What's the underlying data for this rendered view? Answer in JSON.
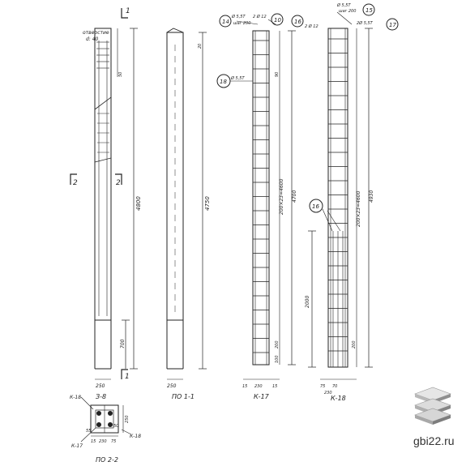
{
  "labels": {
    "hole_note_1": "отверстие",
    "hole_note_2": "d: 40",
    "dim_4800": "4800",
    "dim_4750": "4750",
    "dim_700": "700",
    "dim_250_a": "250",
    "dim_250_b": "250",
    "dim_20": "20",
    "dim_50": "50",
    "dim_4700": "4700",
    "dim_4930": "4930",
    "dim_2000": "2000",
    "dim_k17_series": "200×23=4600",
    "dim_k18_series": "200×23=4600",
    "dim_90": "90",
    "dim_100": "100",
    "dim_200_a": "200",
    "dim_200_b": "200",
    "dim_15_a": "15",
    "dim_15_b": "15",
    "dim_230": "230",
    "dim_75": "75",
    "dim_70": "70",
    "dim_230_b": "230",
    "section_1_top": "1",
    "section_1_bottom": "1",
    "section_2_left": "2",
    "section_2_right": "2",
    "bubble_14": "14",
    "bubble_10": "10",
    "bubble_15": "15",
    "bubble_16_top": "16",
    "bubble_16_mid": "16",
    "bubble_17": "17",
    "bubble_18": "18",
    "bar_55t": "Ø 5,5T",
    "bar_12": "2 Ø 12",
    "bar_12_b": "2 Ø 12",
    "bar_55t_b": "Ø 5,5T",
    "bar_55t_c": "2Ø 5,5T",
    "step_200": "шаг 200",
    "step_200_b": "шаг 200",
    "bar_55t_d": "Ø 5,5T",
    "cap_k17": "К-17",
    "cap_k18": "К-18",
    "cap_po11": "ПО 1-1",
    "cap_po22": "ПО 2-2",
    "cap_38": "З-8",
    "cap_k18_sec": "К-18",
    "cap_k17_sec": "К-17",
    "cap_k18_sec2": "К-18",
    "sec_dim_250": "250",
    "sec_dim_55": "55",
    "sec_dim_50": "50",
    "sec_dim_230": "230",
    "sec_dim_15": "15",
    "sec_dim_75": "75",
    "watermark": "gbi22.ru"
  }
}
